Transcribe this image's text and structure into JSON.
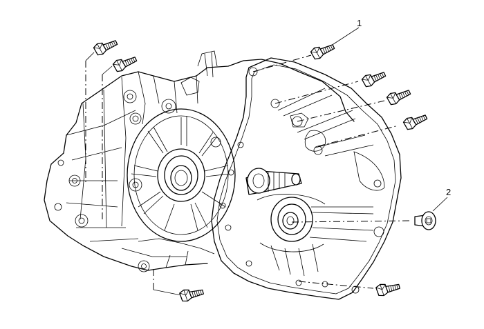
{
  "callouts": [
    {
      "label": "1"
    },
    {
      "label": "2"
    }
  ],
  "icons": [
    "transmission-housing-illustration",
    "bolt-icon",
    "collar-bolt-icon"
  ]
}
